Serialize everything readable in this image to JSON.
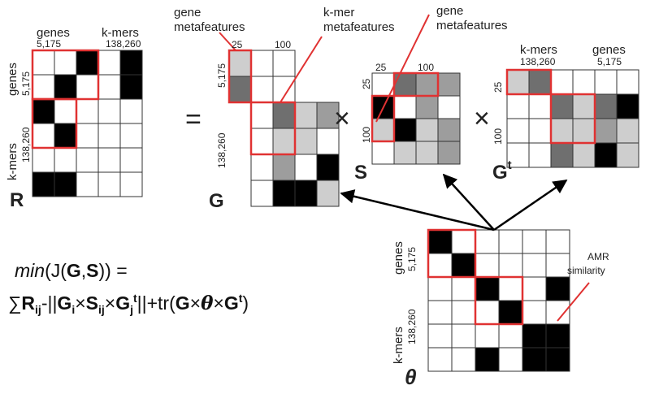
{
  "colors": {
    "highlight": "#e03232",
    "black": "#000000",
    "dark": "#6f6f6f",
    "mid": "#9d9d9d",
    "light": "#cecece",
    "white": "#ffffff"
  },
  "labels": {
    "R_genes": "genes",
    "R_genes_n": "5,175",
    "R_kmers": "k-mers",
    "R_kmers_n": "138,260",
    "R_row_genes": "genes",
    "R_row_genes_n": "5,175",
    "R_row_kmers": "k-mers",
    "R_row_kmers_n": "138,260",
    "R_name": "R",
    "equals": "=",
    "G_col1": "25",
    "G_col2": "100",
    "G_row1": "5,175",
    "G_row2": "138,260",
    "G_name": "G",
    "gene_meta_1a": "gene",
    "gene_meta_1b": "metafeatures",
    "kmer_meta_a": "k-mer",
    "kmer_meta_b": "metafeatures",
    "gene_meta_2a": "gene",
    "gene_meta_2b": "metafeatures",
    "times1": "×",
    "S_col1": "25",
    "S_col2": "100",
    "S_row1": "25",
    "S_row2": "100",
    "S_name": "S",
    "times2": "×",
    "Gt_kmers": "k-mers",
    "Gt_kmers_n": "138,260",
    "Gt_genes": "genes",
    "Gt_genes_n": "5,175",
    "Gt_row1": "25",
    "Gt_row2": "100",
    "Gt_name": "G",
    "Gt_sup": "t",
    "Th_row_genes": "genes",
    "Th_row_genes_n": "5,175",
    "Th_row_kmers": "k-mers",
    "Th_row_kmers_n": "138,260",
    "Th_name": "θ",
    "amr_a": "AMR",
    "amr_b": "similarity"
  },
  "formula": {
    "min": "min",
    "open": "(J(",
    "G": "G",
    "comma": ",",
    "S": "S",
    "close": ")) =",
    "sum": "∑",
    "R": "R",
    "ij": "ij",
    "dash": "-||",
    "Gi": "G",
    "i": "i",
    "x1": "×",
    "Sij": "S",
    "ij2": "ij",
    "x2": "×",
    "Gj": "G",
    "j": "j",
    "t1": "t",
    "tr": "||+tr(",
    "G2": "G",
    "x3": "×",
    "theta": "θ",
    "x4": "×",
    "G3": "G",
    "t2": "t",
    "end": ")"
  },
  "matrices": {
    "R": [
      [
        "w",
        "w",
        "k",
        "w",
        "k"
      ],
      [
        "w",
        "k",
        "w",
        "w",
        "k"
      ],
      [
        "k",
        "w",
        "w",
        "w",
        "w"
      ],
      [
        "w",
        "k",
        "w",
        "w",
        "w"
      ],
      [
        "w",
        "w",
        "w",
        "w",
        "w"
      ],
      [
        "k",
        "k",
        "w",
        "w",
        "w"
      ]
    ],
    "G": [
      [
        "l",
        "w",
        "w"
      ],
      [
        "d",
        "w",
        "w"
      ],
      [
        "w",
        "d",
        "l",
        "m"
      ],
      [
        "w",
        "l",
        "l",
        "w"
      ],
      [
        "w",
        "m",
        "w",
        "k"
      ],
      [
        "w",
        "k",
        "k",
        "l"
      ]
    ],
    "S": [
      [
        "w",
        "d",
        "m",
        "m"
      ],
      [
        "k",
        "w",
        "m",
        "w"
      ],
      [
        "l",
        "k",
        "l",
        "m"
      ],
      [
        "w",
        "l",
        "l",
        "m"
      ]
    ],
    "Gt": [
      [
        "l",
        "d",
        "w",
        "w",
        "w",
        "w"
      ],
      [
        "w",
        "w",
        "d",
        "l",
        "d",
        "k"
      ],
      [
        "w",
        "w",
        "l",
        "l",
        "m",
        "l"
      ],
      [
        "w",
        "w",
        "d",
        "l",
        "k",
        "l"
      ]
    ],
    "Theta": [
      [
        "k",
        "w",
        "w",
        "w",
        "w",
        "w"
      ],
      [
        "w",
        "k",
        "w",
        "w",
        "w",
        "w"
      ],
      [
        "w",
        "w",
        "k",
        "w",
        "w",
        "k"
      ],
      [
        "w",
        "w",
        "w",
        "k",
        "w",
        "w"
      ],
      [
        "w",
        "w",
        "w",
        "w",
        "k",
        "k"
      ],
      [
        "w",
        "w",
        "k",
        "w",
        "k",
        "k"
      ]
    ]
  }
}
